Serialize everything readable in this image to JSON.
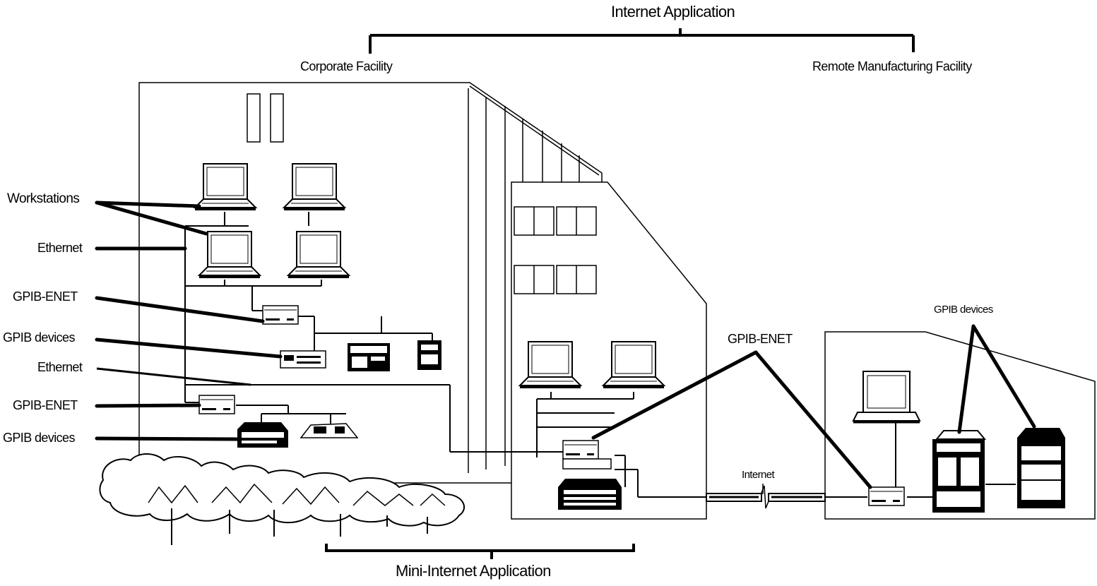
{
  "titles": {
    "internet_application": "Internet Application",
    "corporate_facility": "Corporate Facility",
    "remote_facility": "Remote Manufacturing Facility",
    "mini_internet_application": "Mini-Internet Application"
  },
  "left_labels": [
    "Workstations",
    "Ethernet",
    "GPIB-ENET",
    "GPIB devices",
    "Ethernet",
    "GPIB-ENET",
    "GPIB devices"
  ],
  "center_gpib_enet": "GPIB-ENET",
  "internet_label": "Internet",
  "remote_gpib_devices": "GPIB devices",
  "icons": [
    "workstation-icon",
    "gpib-enet-box-icon",
    "instrument-icon",
    "printer-icon",
    "cabinet-icon",
    "tree-icon"
  ]
}
